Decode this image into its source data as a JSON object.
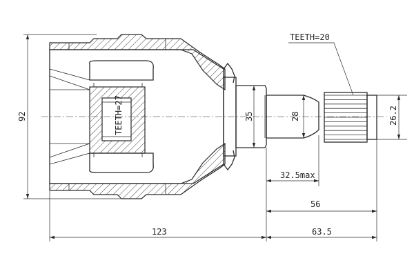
{
  "drawing": {
    "annotations": {
      "teeth_outer": "TEETH=20",
      "teeth_inner": "TEETH=27"
    },
    "dimensions": {
      "overall_diameter": "92",
      "bearing_seat": "35",
      "shaft_diameter": "28",
      "spline_diameter": "26.2",
      "seal_length": "32.5max",
      "shaft_length": "56",
      "body_length": "123",
      "stem_length": "63.5"
    }
  }
}
